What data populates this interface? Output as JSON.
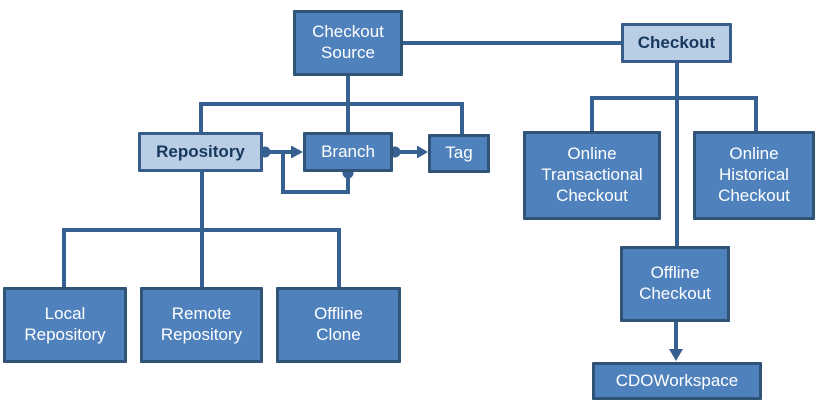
{
  "diagram": {
    "nodes": {
      "checkout_source": {
        "label": "Checkout\nSource",
        "style": "dark"
      },
      "checkout": {
        "label": "Checkout",
        "style": "light"
      },
      "repository": {
        "label": "Repository",
        "style": "light"
      },
      "branch": {
        "label": "Branch",
        "style": "dark"
      },
      "tag": {
        "label": "Tag",
        "style": "dark"
      },
      "online_transactional_checkout": {
        "label": "Online\nTransactional\nCheckout",
        "style": "dark"
      },
      "online_historical_checkout": {
        "label": "Online\nHistorical\nCheckout",
        "style": "dark"
      },
      "local_repository": {
        "label": "Local\nRepository",
        "style": "dark"
      },
      "remote_repository": {
        "label": "Remote\nRepository",
        "style": "dark"
      },
      "offline_clone": {
        "label": "Offline\nClone",
        "style": "dark"
      },
      "offline_checkout": {
        "label": "Offline\nCheckout",
        "style": "dark"
      },
      "cdoworkspace": {
        "label": "CDOWorkspace",
        "style": "dark"
      }
    },
    "edges": [
      {
        "from": "checkout-source",
        "to": "checkout",
        "type": "line"
      },
      {
        "from": "checkout-source",
        "to": "repository",
        "type": "tree"
      },
      {
        "from": "checkout-source",
        "to": "branch",
        "type": "tree"
      },
      {
        "from": "checkout-source",
        "to": "tag",
        "type": "tree"
      },
      {
        "from": "repository",
        "to": "branch",
        "type": "dot-arrow"
      },
      {
        "from": "branch",
        "to": "branch",
        "type": "dot-arrow-self-loop"
      },
      {
        "from": "branch",
        "to": "tag",
        "type": "dot-arrow"
      },
      {
        "from": "repository",
        "to": "local-repository",
        "type": "tree"
      },
      {
        "from": "repository",
        "to": "remote-repository",
        "type": "tree"
      },
      {
        "from": "repository",
        "to": "offline-clone",
        "type": "tree"
      },
      {
        "from": "checkout",
        "to": "online-transactional-checkout",
        "type": "tree"
      },
      {
        "from": "checkout",
        "to": "online-historical-checkout",
        "type": "tree"
      },
      {
        "from": "checkout",
        "to": "offline-checkout",
        "type": "tree"
      },
      {
        "from": "offline-checkout",
        "to": "cdoworkspace",
        "type": "arrow"
      }
    ],
    "colors": {
      "node_fill": "#4F81BD",
      "node_border": "#2F5478",
      "highlight_fill": "#B9CDE5",
      "highlight_border": "#385D8A",
      "connector": "#366092",
      "text_on_dark": "#FFFFFF",
      "text_on_light": "#17375D"
    }
  }
}
